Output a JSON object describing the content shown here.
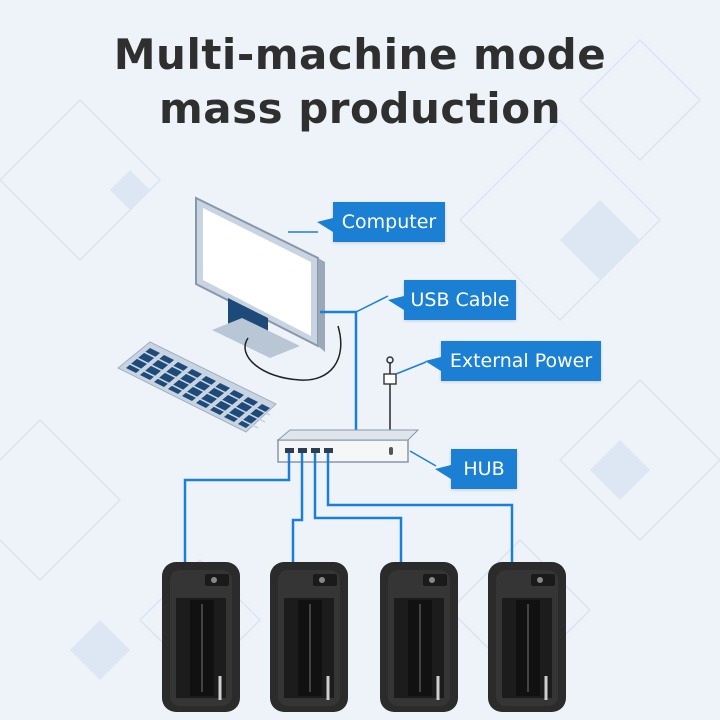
{
  "title": {
    "line1": "Multi-machine mode",
    "line2": "mass production"
  },
  "labels": {
    "computer": "Computer",
    "usb_cable": "USB Cable",
    "external_power": "External Power",
    "hub": "HUB"
  },
  "colors": {
    "background": "#eef3f9",
    "accent": "#1b7fd3",
    "title_text": "#2f2f2f",
    "device_body": "#2b2b2b"
  },
  "icons": [
    "computer-monitor-icon",
    "keyboard-icon",
    "usb-hub-icon",
    "power-plug-icon",
    "programmer-device-icon"
  ],
  "programmer_count": 4
}
